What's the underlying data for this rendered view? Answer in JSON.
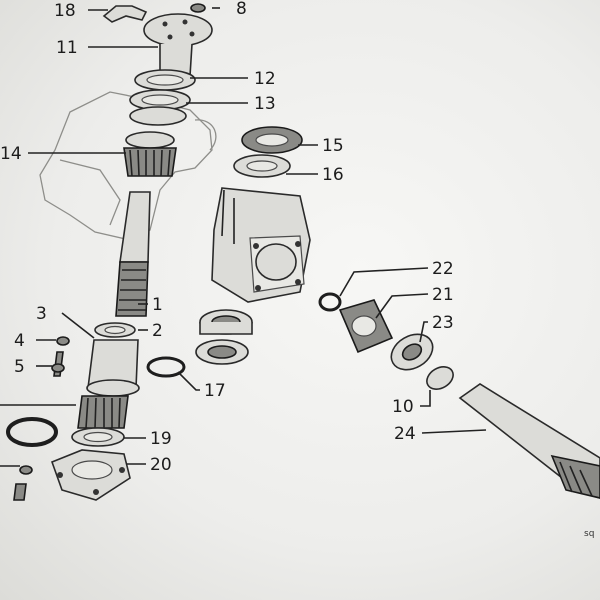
{
  "diagram": {
    "code": "sq",
    "callouts": [
      {
        "id": "18",
        "text": "18"
      },
      {
        "id": "8",
        "text": "8"
      },
      {
        "id": "11",
        "text": "11"
      },
      {
        "id": "12",
        "text": "12"
      },
      {
        "id": "13",
        "text": "13"
      },
      {
        "id": "14",
        "text": "14"
      },
      {
        "id": "15",
        "text": "15"
      },
      {
        "id": "16",
        "text": "16"
      },
      {
        "id": "22",
        "text": "22"
      },
      {
        "id": "21",
        "text": "21"
      },
      {
        "id": "23",
        "text": "23"
      },
      {
        "id": "3",
        "text": "3"
      },
      {
        "id": "1",
        "text": "1"
      },
      {
        "id": "2",
        "text": "2"
      },
      {
        "id": "4",
        "text": "4"
      },
      {
        "id": "5",
        "text": "5"
      },
      {
        "id": "17",
        "text": "17"
      },
      {
        "id": "10",
        "text": "10"
      },
      {
        "id": "24",
        "text": "24"
      },
      {
        "id": "19",
        "text": "19"
      },
      {
        "id": "20",
        "text": "20"
      }
    ]
  }
}
